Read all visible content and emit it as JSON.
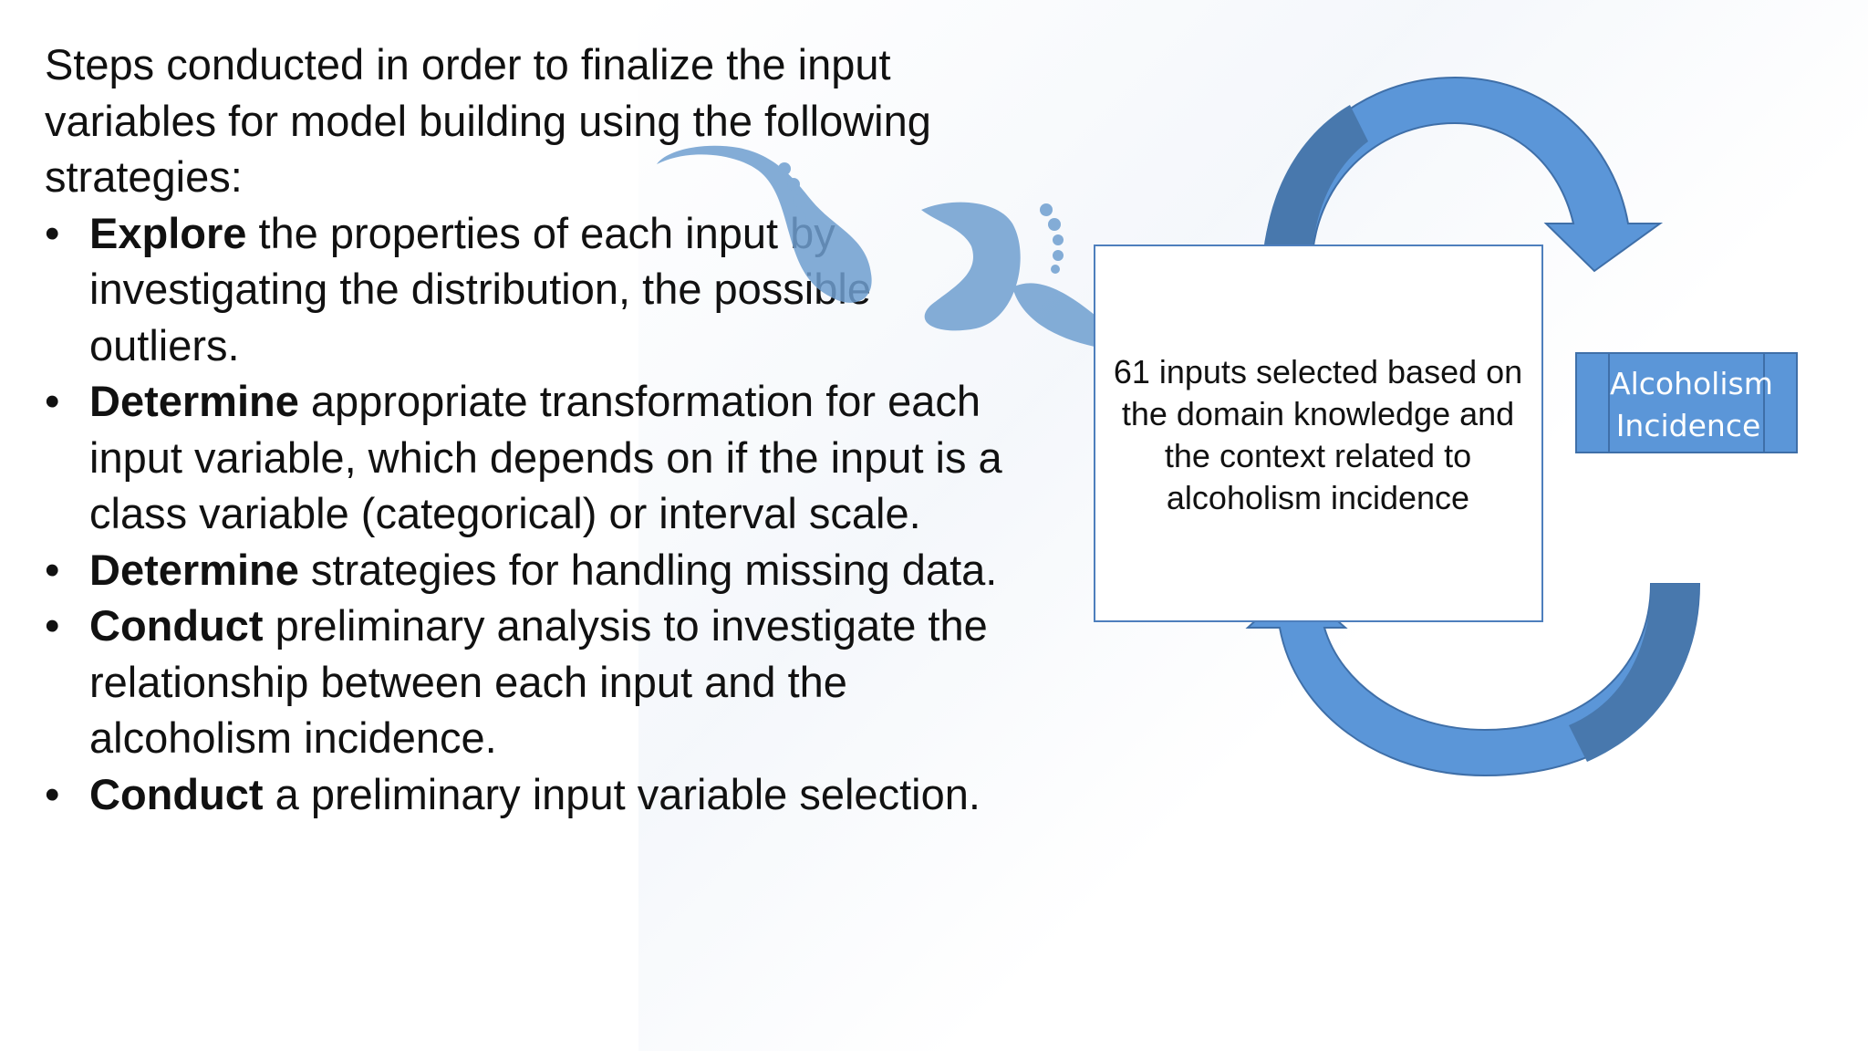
{
  "intro": "Steps conducted in order to finalize the input variables for model building using the following strategies:",
  "bullets": [
    {
      "keyword": "Explore",
      "text": " the properties of each input by investigating the distribution, the possible outliers."
    },
    {
      "keyword": "Determine",
      "text": " appropriate transformation for each input variable, which depends on if the input is a class variable (categorical) or interval scale."
    },
    {
      "keyword": "Determine",
      "text": " strategies for handling missing data."
    },
    {
      "keyword": "Conduct",
      "text": " preliminary analysis to investigate the relationship between each input and the alcoholism incidence."
    },
    {
      "keyword": "Conduct",
      "text": " a preliminary input variable selection."
    }
  ],
  "bullet_glyph": "•",
  "diagram": {
    "input_box_text": "61 inputs selected based on the domain knowledge and the context related to alcoholism incidence",
    "target_label": "Alcoholism Incidence"
  },
  "colors": {
    "arrow_light": "#5b96d8",
    "arrow_dark": "#4878ad",
    "box_border": "#4e7fbd",
    "footprint": "#6f9fd0"
  },
  "icons": [
    "footprints-icon",
    "cycle-arrow-icon"
  ]
}
